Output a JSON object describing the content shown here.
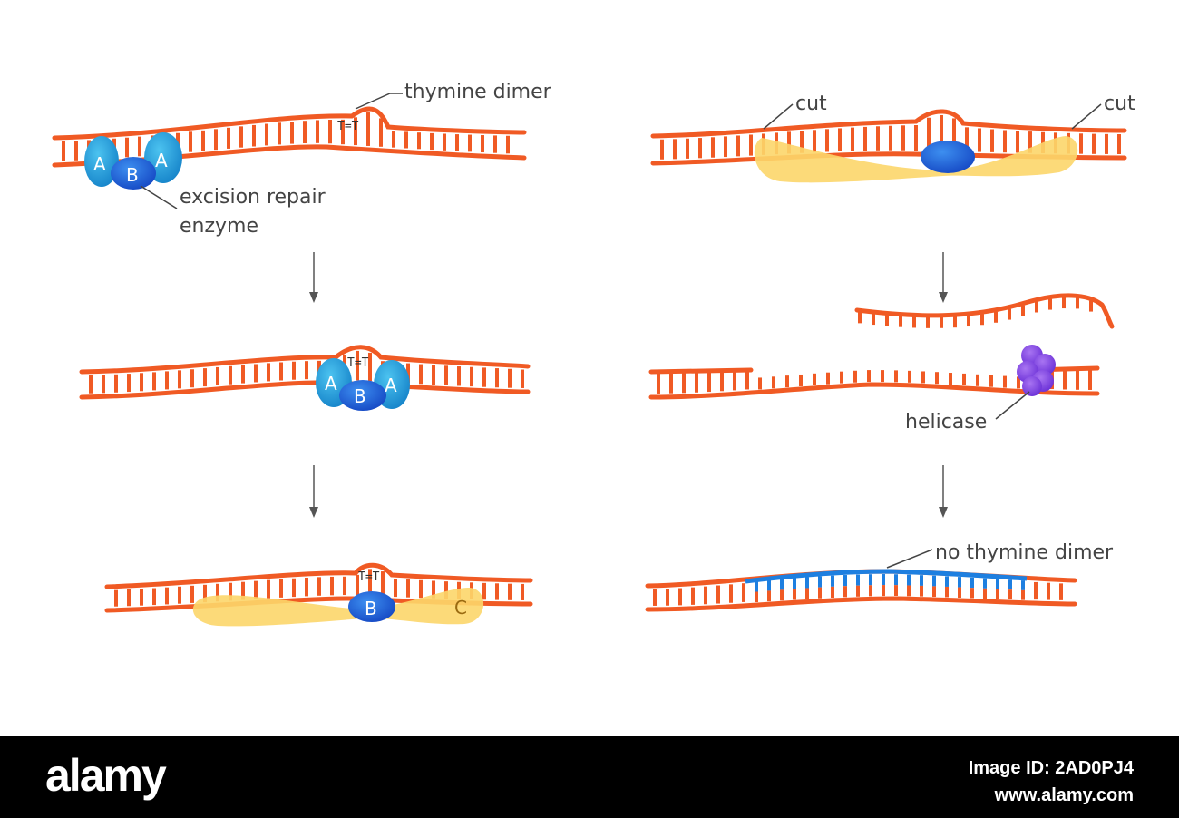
{
  "labels": {
    "thymine_dimer": "thymine dimer",
    "excision_repair": "excision repair",
    "enzyme": "enzyme",
    "cut_left": "cut",
    "cut_right": "cut",
    "helicase": "helicase",
    "no_thymine_dimer": "no thymine dimer"
  },
  "subunits": {
    "a": "A",
    "b": "B",
    "c": "C"
  },
  "dimer_mark": "T=T",
  "colors": {
    "dna": "#f05a24",
    "new_strand": "#1e7fe0",
    "enzyme_a": "#1fa3de",
    "enzyme_b": "#1d6fe0",
    "enzyme_c": "#fcd66a",
    "helicase": "#8a4fe6",
    "arrow": "#555555"
  },
  "footer": {
    "brand": "alamy",
    "image_id": "Image ID: 2AD0PJ4",
    "site": "www.alamy.com"
  }
}
